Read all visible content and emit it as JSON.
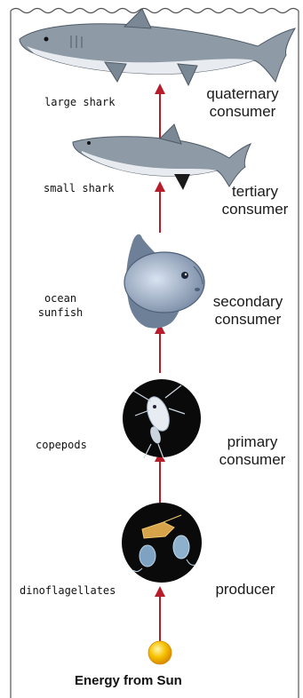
{
  "food_chain": {
    "levels": [
      {
        "organism": "large shark",
        "level": "quaternary consumer",
        "icon": "large-shark-icon"
      },
      {
        "organism": "small shark",
        "level": "tertiary consumer",
        "icon": "small-shark-icon"
      },
      {
        "organism": "ocean sunfish",
        "level": "secondary consumer",
        "icon": "sunfish-icon"
      },
      {
        "organism": "copepods",
        "level": "primary consumer",
        "icon": "copepod-icon"
      },
      {
        "organism": "dinoflagellates",
        "level": "producer",
        "icon": "dinoflagellates-icon"
      }
    ],
    "energy_source": "Energy from Sun",
    "colors": {
      "arrow": "#b81c2a",
      "sun": "#f6c000",
      "shark": "#8e9aa6",
      "disc": "#0a0a0a"
    }
  }
}
